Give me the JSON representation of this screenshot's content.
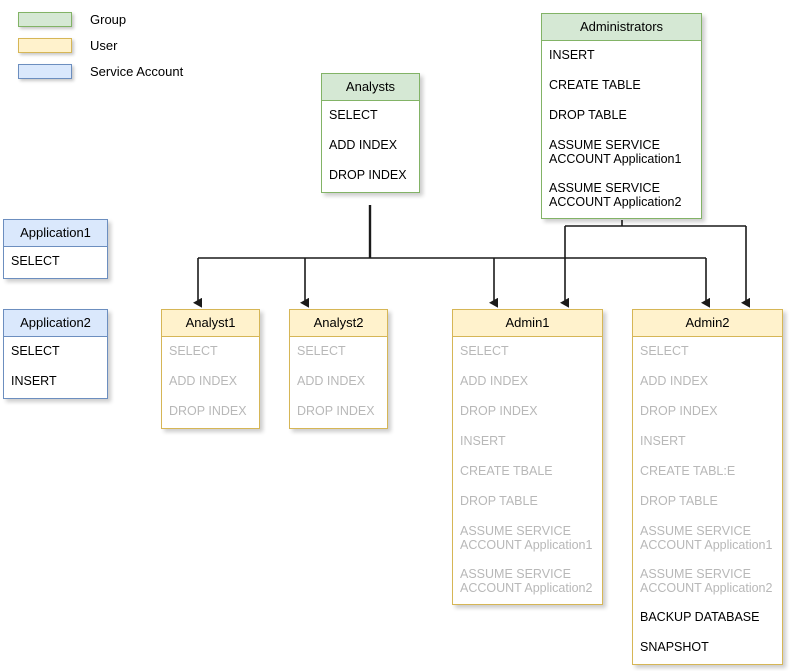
{
  "legend": {
    "items": [
      {
        "label": "Group",
        "swatch": "green-swatch",
        "color": "#d5e8d4"
      },
      {
        "label": "User",
        "swatch": "yellow-swatch",
        "color": "#fff2cc"
      },
      {
        "label": "Service Account",
        "swatch": "blue-swatch",
        "color": "#dae8fc"
      }
    ]
  },
  "nodes": {
    "analysts": {
      "title": "Analysts",
      "type": "Group",
      "permissions": [
        {
          "text": "SELECT",
          "inherited": false
        },
        {
          "text": "ADD INDEX",
          "inherited": false
        },
        {
          "text": "DROP INDEX",
          "inherited": false
        }
      ]
    },
    "administrators": {
      "title": "Administrators",
      "type": "Group",
      "permissions": [
        {
          "text": "INSERT",
          "inherited": false
        },
        {
          "text": "CREATE TABLE",
          "inherited": false
        },
        {
          "text": "DROP TABLE",
          "inherited": false
        },
        {
          "text": "ASSUME SERVICE\nACCOUNT Application1",
          "inherited": false
        },
        {
          "text": "ASSUME SERVICE\nACCOUNT Application2",
          "inherited": false
        }
      ]
    },
    "application1": {
      "title": "Application1",
      "type": "Service Account",
      "permissions": [
        {
          "text": "SELECT",
          "inherited": false
        }
      ]
    },
    "application2": {
      "title": "Application2",
      "type": "Service Account",
      "permissions": [
        {
          "text": "SELECT",
          "inherited": false
        },
        {
          "text": "INSERT",
          "inherited": false
        }
      ]
    },
    "analyst1": {
      "title": "Analyst1",
      "type": "User",
      "permissions": [
        {
          "text": "SELECT",
          "inherited": true
        },
        {
          "text": "ADD INDEX",
          "inherited": true
        },
        {
          "text": "DROP INDEX",
          "inherited": true
        }
      ]
    },
    "analyst2": {
      "title": "Analyst2",
      "type": "User",
      "permissions": [
        {
          "text": "SELECT",
          "inherited": true
        },
        {
          "text": "ADD INDEX",
          "inherited": true
        },
        {
          "text": "DROP INDEX",
          "inherited": true
        }
      ]
    },
    "admin1": {
      "title": "Admin1",
      "type": "User",
      "permissions": [
        {
          "text": "SELECT",
          "inherited": true
        },
        {
          "text": "ADD INDEX",
          "inherited": true
        },
        {
          "text": "DROP INDEX",
          "inherited": true
        },
        {
          "text": "INSERT",
          "inherited": true
        },
        {
          "text": "CREATE TBALE",
          "inherited": true
        },
        {
          "text": "DROP TABLE",
          "inherited": true
        },
        {
          "text": "ASSUME SERVICE\nACCOUNT Application1",
          "inherited": true
        },
        {
          "text": "ASSUME SERVICE\nACCOUNT Application2",
          "inherited": true
        }
      ]
    },
    "admin2": {
      "title": "Admin2",
      "type": "User",
      "permissions": [
        {
          "text": "SELECT",
          "inherited": true
        },
        {
          "text": "ADD INDEX",
          "inherited": true
        },
        {
          "text": "DROP INDEX",
          "inherited": true
        },
        {
          "text": "INSERT",
          "inherited": true
        },
        {
          "text": "CREATE TABL:E",
          "inherited": true
        },
        {
          "text": "DROP TABLE",
          "inherited": true
        },
        {
          "text": "ASSUME SERVICE\nACCOUNT Application1",
          "inherited": true
        },
        {
          "text": "ASSUME SERVICE\nACCOUNT Application2",
          "inherited": true
        },
        {
          "text": "BACKUP DATABASE",
          "inherited": false
        },
        {
          "text": "SNAPSHOT",
          "inherited": false
        }
      ]
    }
  },
  "edges": [
    {
      "from": "analysts",
      "to": "analyst1"
    },
    {
      "from": "analysts",
      "to": "analyst2"
    },
    {
      "from": "analysts",
      "to": "admin1"
    },
    {
      "from": "analysts",
      "to": "admin2"
    },
    {
      "from": "administrators",
      "to": "admin1"
    },
    {
      "from": "administrators",
      "to": "admin2"
    }
  ]
}
